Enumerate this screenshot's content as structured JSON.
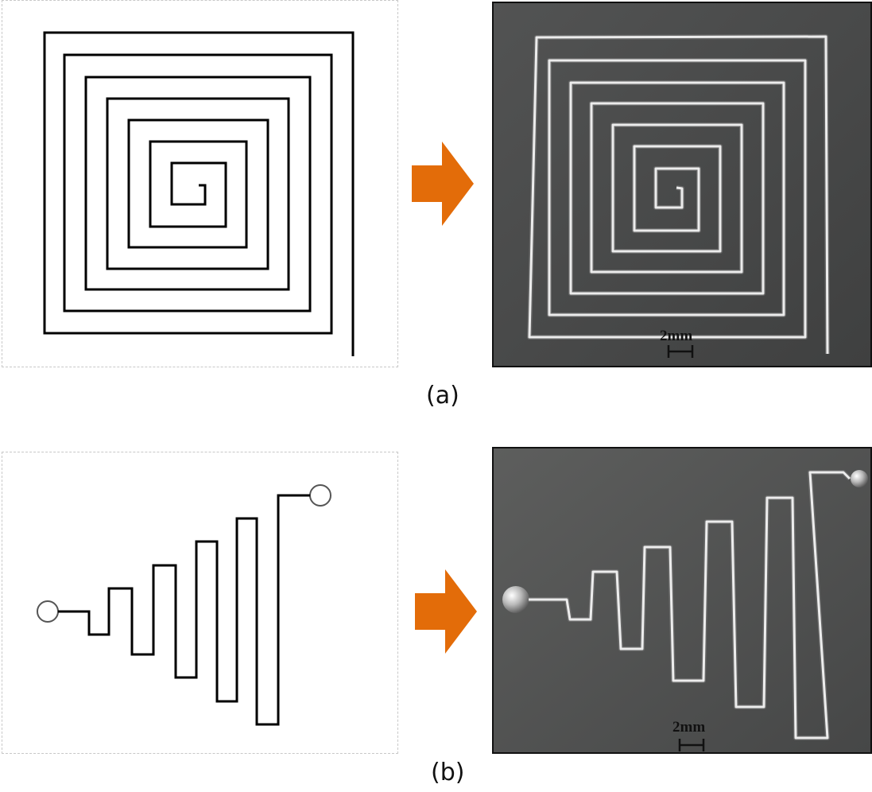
{
  "captions": {
    "a": "(a)",
    "b": "(b)"
  },
  "scale_bars": {
    "a": "2mm",
    "b": "2mm"
  },
  "colors": {
    "arrow": "#E36C09",
    "photo_background": "#4a4b4b",
    "trace": "#e8e8e8"
  }
}
